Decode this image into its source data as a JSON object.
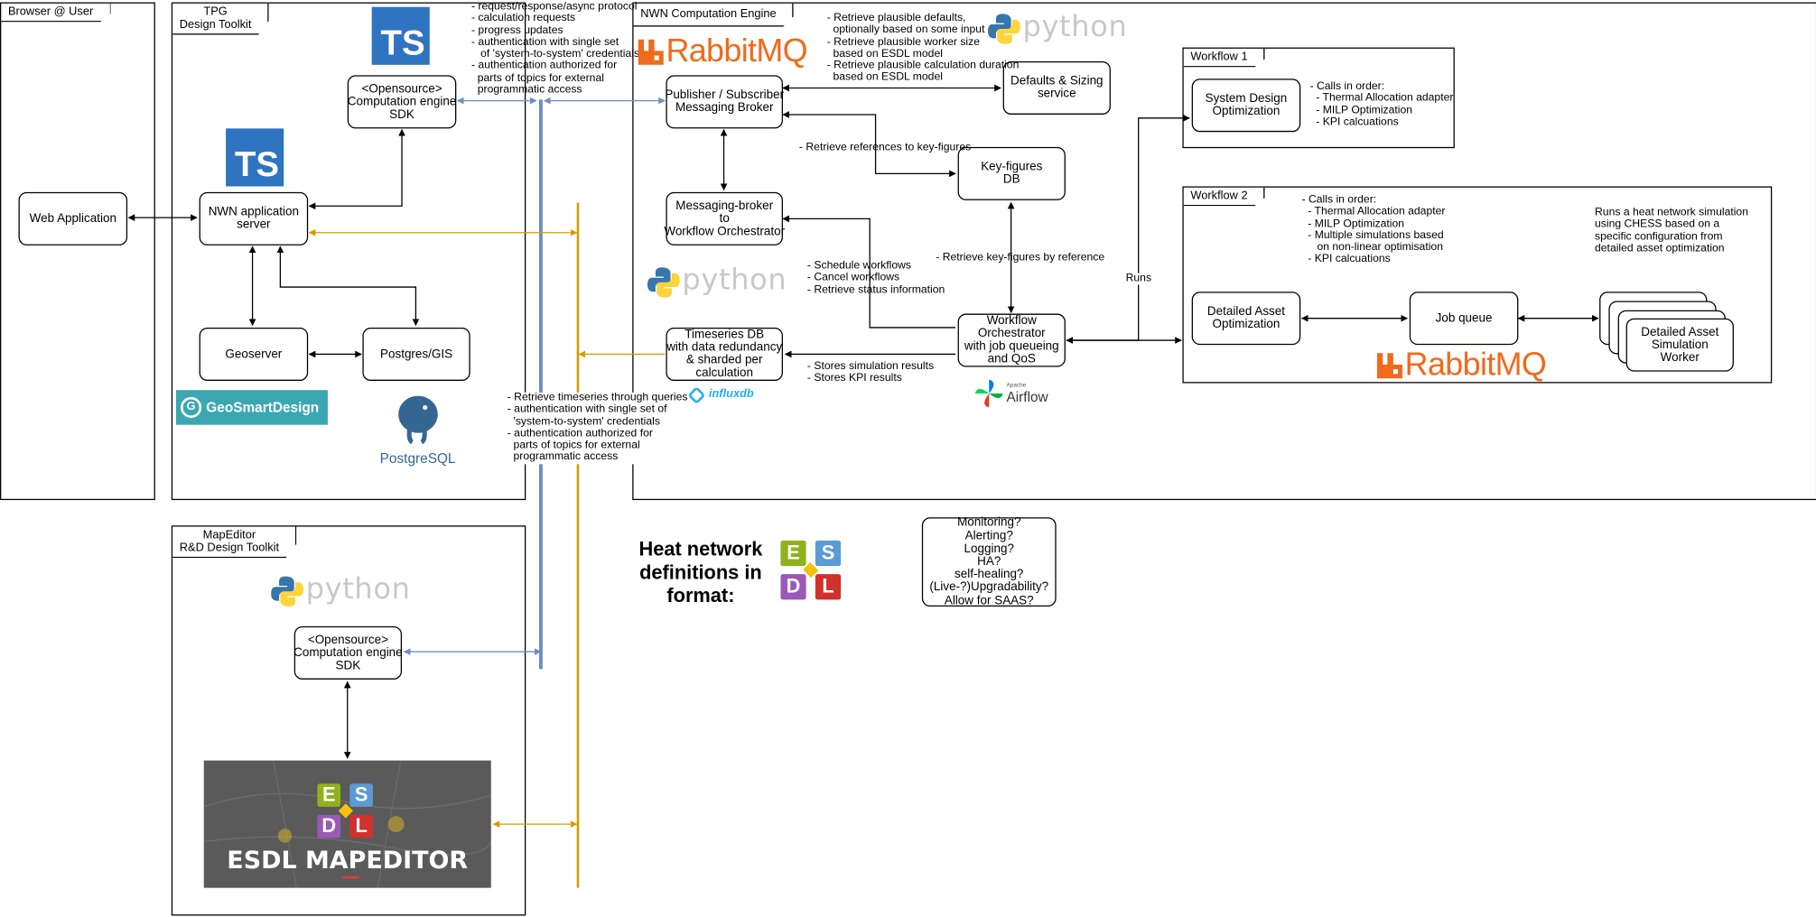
{
  "frames": {
    "browser": "Browser @ User",
    "tpg": "TPG\nDesign Toolkit",
    "nwn": "NWN Computation Engine",
    "workflow1": "Workflow 1",
    "workflow2": "Workflow 2",
    "mapeditor": "MapEditor\nR&D Design Toolkit"
  },
  "boxes": {
    "web_app": "Web Application",
    "nwn_server": "NWN application\nserver",
    "sdk_top": "<Opensource>\nComputation engine\nSDK",
    "geoserver": "Geoserver",
    "postgres": "Postgres/GIS",
    "broker": "Publisher / Subscriber\nMessaging Broker",
    "defaults": "Defaults & Sizing\nservice",
    "keyfigures": "Key-figures\nDB",
    "msg_orch": "Messaging-broker\nto\nWorkflow Orchestrator",
    "timeseries": "Timeseries DB\nwith data redundancy\n& sharded per\ncalculation",
    "orchestrator": "Workflow\nOrchestrator\nwith job queueing\nand QoS",
    "sys_design": "System Design\nOptimization",
    "detailed_opt": "Detailed Asset\nOptimization",
    "job_queue": "Job queue",
    "worker": "Detailed Asset\nSimulation\nWorker",
    "sdk_bottom": "<Opensource>\nComputation engine\nSDK",
    "monitoring": "Monitoring?\nAlerting?\nLogging?\nHA?\nself-healing?\n(Live-?)Upgradability?\nAllow for SAAS?"
  },
  "notes": {
    "sdk_protocol": "- request/response/async protocol\n- calculation requests\n- progress updates\n- authentication with single set\n   of 'system-to-system' credentials\n- authentication authorized for\n  parts of topics for external\n  programmatic access",
    "defaults_info": "- Retrieve plausible defaults,\n  optionally based on some input\n- Retrieve plausible worker size\n  based on ESDL model\n- Retrieve plausible calculation duration\n  based on ESDL model",
    "keyfig_refs": "- Retrieve references to key-figures",
    "keyfig_by_ref": "- Retrieve key-figures by reference",
    "schedule": "- Schedule workflows\n- Cancel workflows\n- Retrieve status information",
    "stores": "- Stores simulation results\n- Stores KPI results",
    "runs": "Runs",
    "timeseries_queries": "- Retrieve timeseries through queries\n- authentication with single set of\n  'system-to-system' credentials\n- authentication authorized for\n  parts of topics for external\n  programmatic access",
    "wf1_calls": "- Calls in order:\n  - Thermal Allocation adapter\n  - MILP Optimization\n  - KPI calcuations",
    "wf2_calls": "- Calls in order:\n  - Thermal Allocation adapter\n  - MILP Optimization\n  - Multiple simulations based\n     on non-linear optimisation\n  - KPI calcuations",
    "chess": "Runs a heat network simulation\nusing CHESS based on a\nspecific configuration from\ndetailed asset optimization"
  },
  "heat_title": "Heat network\ndefinitions in\nformat:",
  "logos": {
    "ts": "TS",
    "python": "python",
    "rabbit": "RabbitMQ",
    "geosmart": "GeoSmartDesign",
    "postgres": "PostgreSQL",
    "influx": "influxdb",
    "airflow": "Airflow",
    "airflow_small": "Apache",
    "esdl_letters": [
      "E",
      "S",
      "D",
      "L"
    ],
    "mapeditor": "ESDL MAPEDITOR"
  },
  "colors": {
    "blue_line": "#6c8ebf",
    "orange_line": "#d79b00",
    "ts_blue": "#2f74c0",
    "rabbit_orange": "#f06a1d",
    "esdl_e": "#8fb21c",
    "esdl_s": "#5b9bd5",
    "esdl_d": "#9b59b6",
    "esdl_l": "#d0312d"
  }
}
